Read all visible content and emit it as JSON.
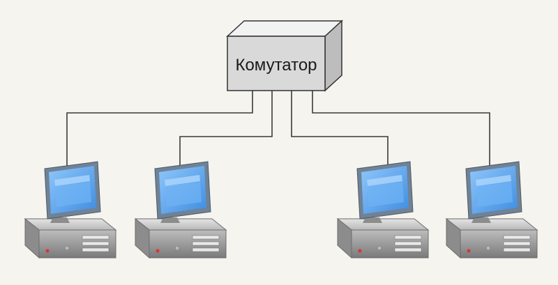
{
  "switch": {
    "label": "Комутатор"
  },
  "computers": [
    {
      "id": "pc-1"
    },
    {
      "id": "pc-2"
    },
    {
      "id": "pc-3"
    },
    {
      "id": "pc-4"
    }
  ],
  "colors": {
    "background": "#f6f4ee",
    "switch_front": "#d9d9d9",
    "switch_top": "#f2f2f2",
    "switch_side": "#bdbdbd",
    "switch_stroke": "#333333",
    "cable": "#3a3a3a",
    "screen": "#5ea8f0",
    "screen_frame": "#6b7f95",
    "case_body": "#9a9a9a",
    "case_top": "#cfcfcf",
    "case_front": "#7d7d7d"
  }
}
